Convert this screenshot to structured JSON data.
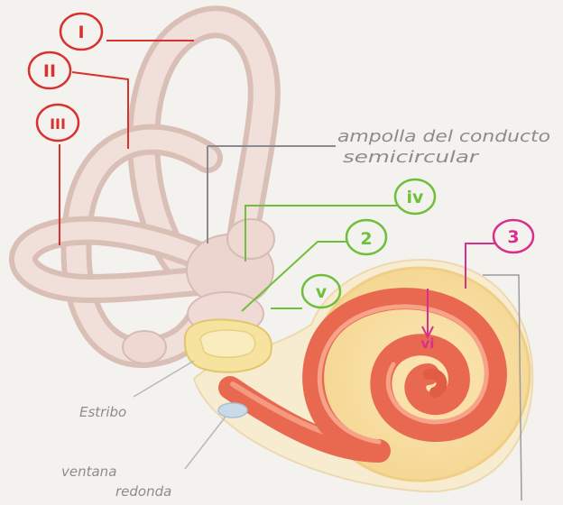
{
  "labels": {
    "I": "I",
    "II": "II",
    "III": "III",
    "iv": "iv",
    "n2": "2",
    "v": "v",
    "n3": "3",
    "vi": "vi"
  },
  "annotations": {
    "ampolla_line1": "ampolla del conducto",
    "ampolla_line2": "semicircular",
    "estribo": "Estribo",
    "ventana_line1": "ventana",
    "ventana_line2": "redonda"
  },
  "colors": {
    "red_ink": "#d8322e",
    "green_ink": "#6fbf3a",
    "magenta_ink": "#d92f8c",
    "gray_ink": "#8a8a90",
    "canal": "#e8cfc8",
    "cochlea": "#e86a4f",
    "bone": "#f6e6a4"
  }
}
